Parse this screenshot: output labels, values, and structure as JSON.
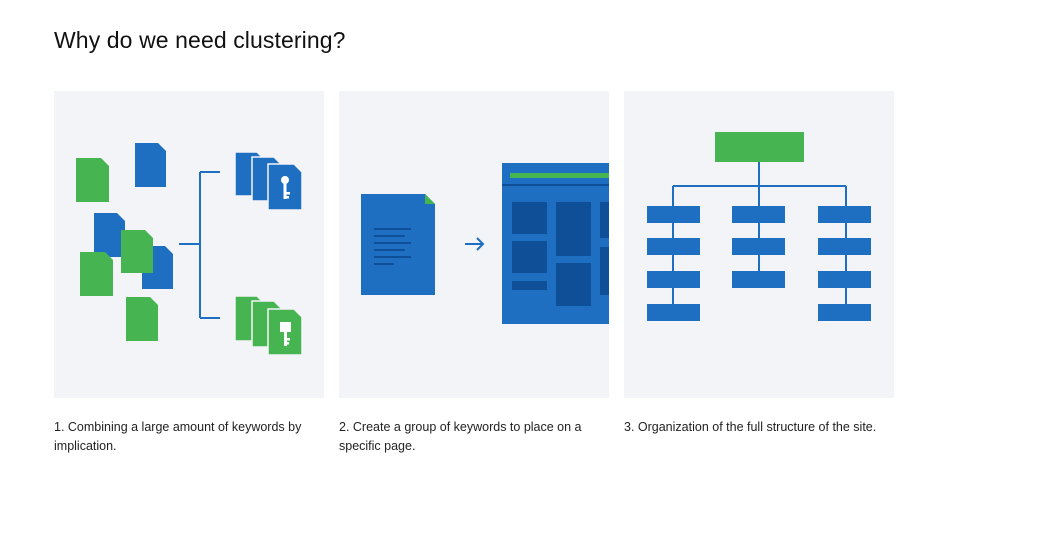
{
  "heading": "Why do we need clustering?",
  "colors": {
    "blue": "#1e6fc1",
    "green": "#46b450",
    "card_bg": "#f3f4f8",
    "white": "#ffffff"
  },
  "steps": [
    {
      "caption": "1. Combining a large amount of keywords by implication.",
      "illustration": "documents-grouping-icon"
    },
    {
      "caption": "2. Create a group of keywords to place on a specific page.",
      "illustration": "document-to-page-icon"
    },
    {
      "caption": "3. Organization of the full structure of the site.",
      "illustration": "site-structure-tree-icon"
    }
  ]
}
